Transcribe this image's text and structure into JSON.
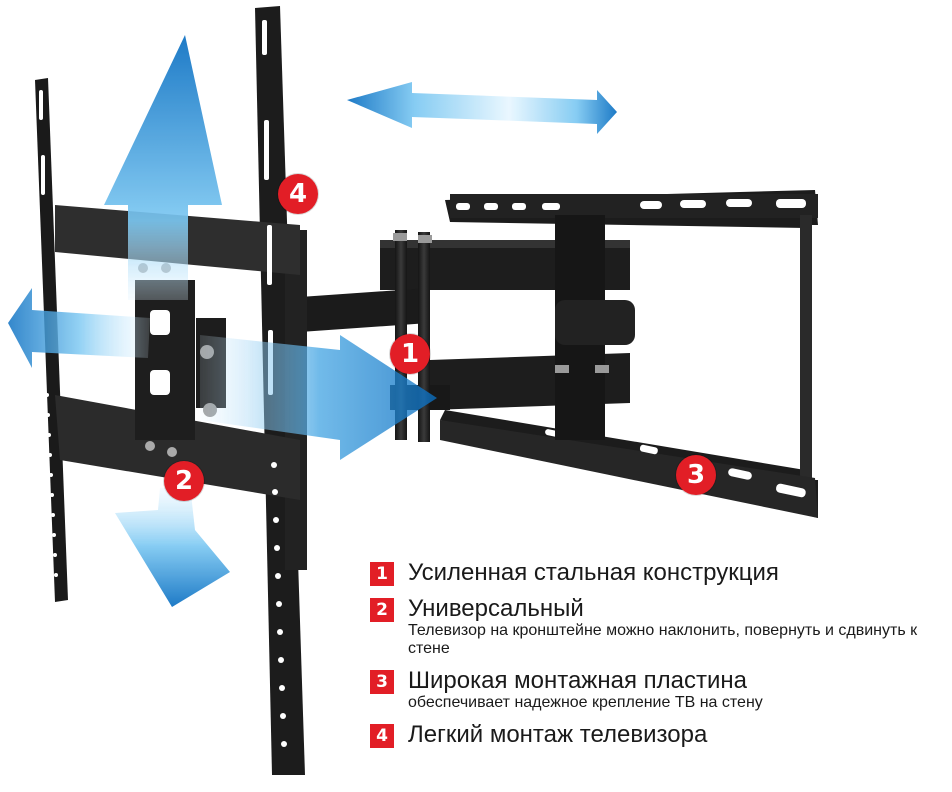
{
  "image": {
    "subject": "Full-motion TV wall mount bracket",
    "colors": {
      "accent_red": "#e21e26",
      "arrow_blue": "#0a74c4",
      "metal": "#1e1e1e",
      "background": "#ffffff"
    }
  },
  "callouts": [
    {
      "number": "1",
      "position": "swing-arm"
    },
    {
      "number": "2",
      "position": "tilt-plate"
    },
    {
      "number": "3",
      "position": "wall-plate"
    },
    {
      "number": "4",
      "position": "vertical-rail"
    }
  ],
  "features": [
    {
      "number": "1",
      "title": "Усиленная стальная конструкция",
      "subtitle": ""
    },
    {
      "number": "2",
      "title": "Универсальный",
      "subtitle": "Телевизор на кронштейне можно наклонить, повернуть и сдвинуть к стене"
    },
    {
      "number": "3",
      "title": "Широкая монтажная пластина",
      "subtitle": "обеспечивает надежное крепление ТВ на стену"
    },
    {
      "number": "4",
      "title": "Легкий монтаж телевизора",
      "subtitle": ""
    }
  ]
}
